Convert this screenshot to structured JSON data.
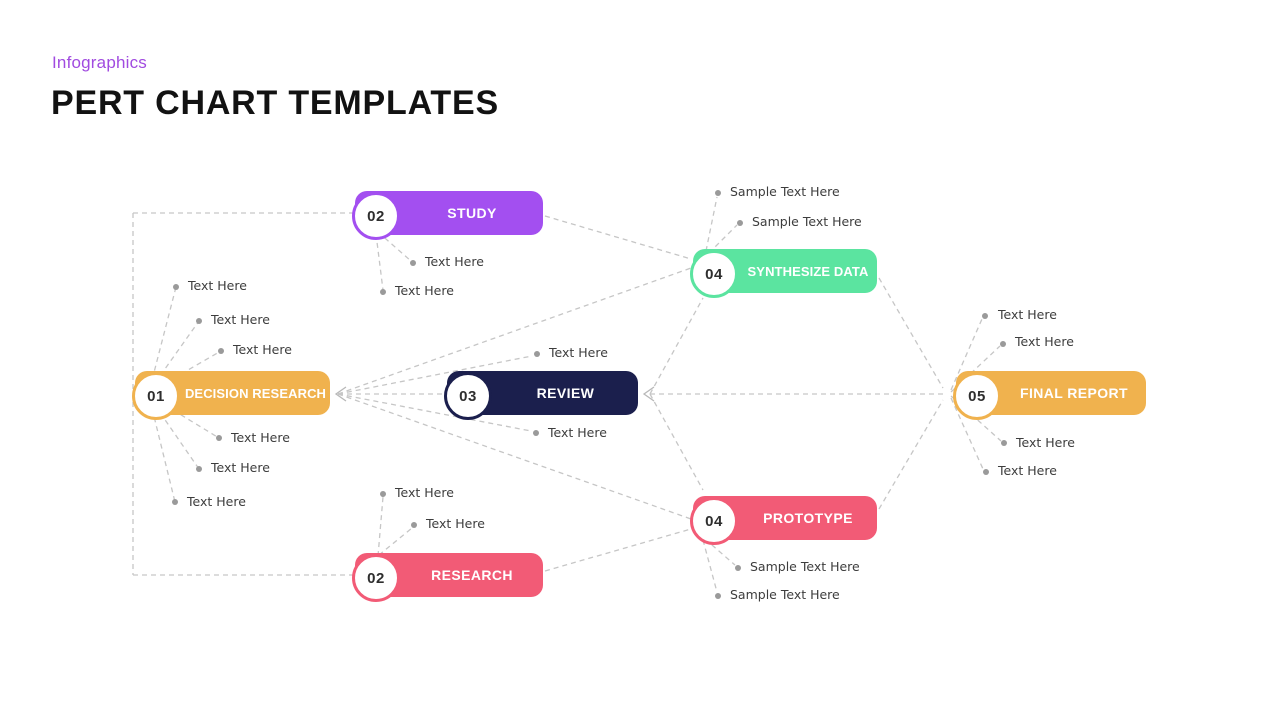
{
  "page": {
    "eyebrow": "Infographics",
    "title": "PERT CHART TEMPLATES"
  },
  "colors": {
    "eyebrow_text": "#A14BE0",
    "yellow": "#F0B24E",
    "purple": "#A34FF0",
    "pink": "#F25B76",
    "navy": "#1B1F4D",
    "green": "#5BE4A0",
    "connector": "#C6C6C6",
    "annotation_dot": "#9A9A9A",
    "title_text": "#121212"
  },
  "nodes": [
    {
      "id": "decision-research",
      "number": "01",
      "label": "DECISION RESEARCH",
      "color": "#F0B24E"
    },
    {
      "id": "study",
      "number": "02",
      "label": "STUDY",
      "color": "#A34FF0"
    },
    {
      "id": "research",
      "number": "02",
      "label": "RESEARCH",
      "color": "#F25B76"
    },
    {
      "id": "review",
      "number": "03",
      "label": "REVIEW",
      "color": "#1B1F4D"
    },
    {
      "id": "synthesize-data",
      "number": "04",
      "label": "SYNTHESIZE DATA",
      "color": "#5BE4A0"
    },
    {
      "id": "prototype",
      "number": "04",
      "label": "PROTOTYPE",
      "color": "#F25B76"
    },
    {
      "id": "final-report",
      "number": "05",
      "label": "FINAL REPORT",
      "color": "#F0B24E"
    }
  ],
  "annotations": {
    "decision_research": [
      "Text Here",
      "Text Here",
      "Text Here",
      "Text Here",
      "Text Here",
      "Text Here"
    ],
    "study": [
      "Text Here",
      "Text Here"
    ],
    "review": [
      "Text Here",
      "Text Here"
    ],
    "synthesize_data": [
      "Sample Text Here",
      "Sample Text Here"
    ],
    "research": [
      "Text Here",
      "Text Here"
    ],
    "prototype": [
      "Sample Text Here",
      "Sample Text Here"
    ],
    "final_report": [
      "Text Here",
      "Text Here",
      "Text Here",
      "Text Here"
    ]
  }
}
